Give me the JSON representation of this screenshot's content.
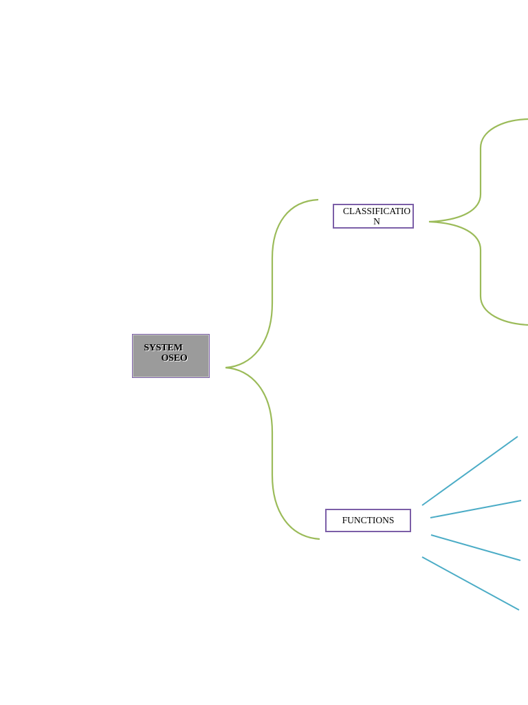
{
  "diagram": {
    "root": {
      "label_line1": "SYSTEM",
      "label_line2": "OSEO",
      "fill_color": "#9b9b9b",
      "border_color": "#7b5ea7"
    },
    "branches": [
      {
        "label": "CLASSIFICATION",
        "border_color": "#7b5ea7"
      },
      {
        "label": "FUNCTIONS",
        "border_color": "#7b5ea7"
      }
    ],
    "colors": {
      "brace": "#9bbb59",
      "connector": "#4bacc6"
    }
  }
}
